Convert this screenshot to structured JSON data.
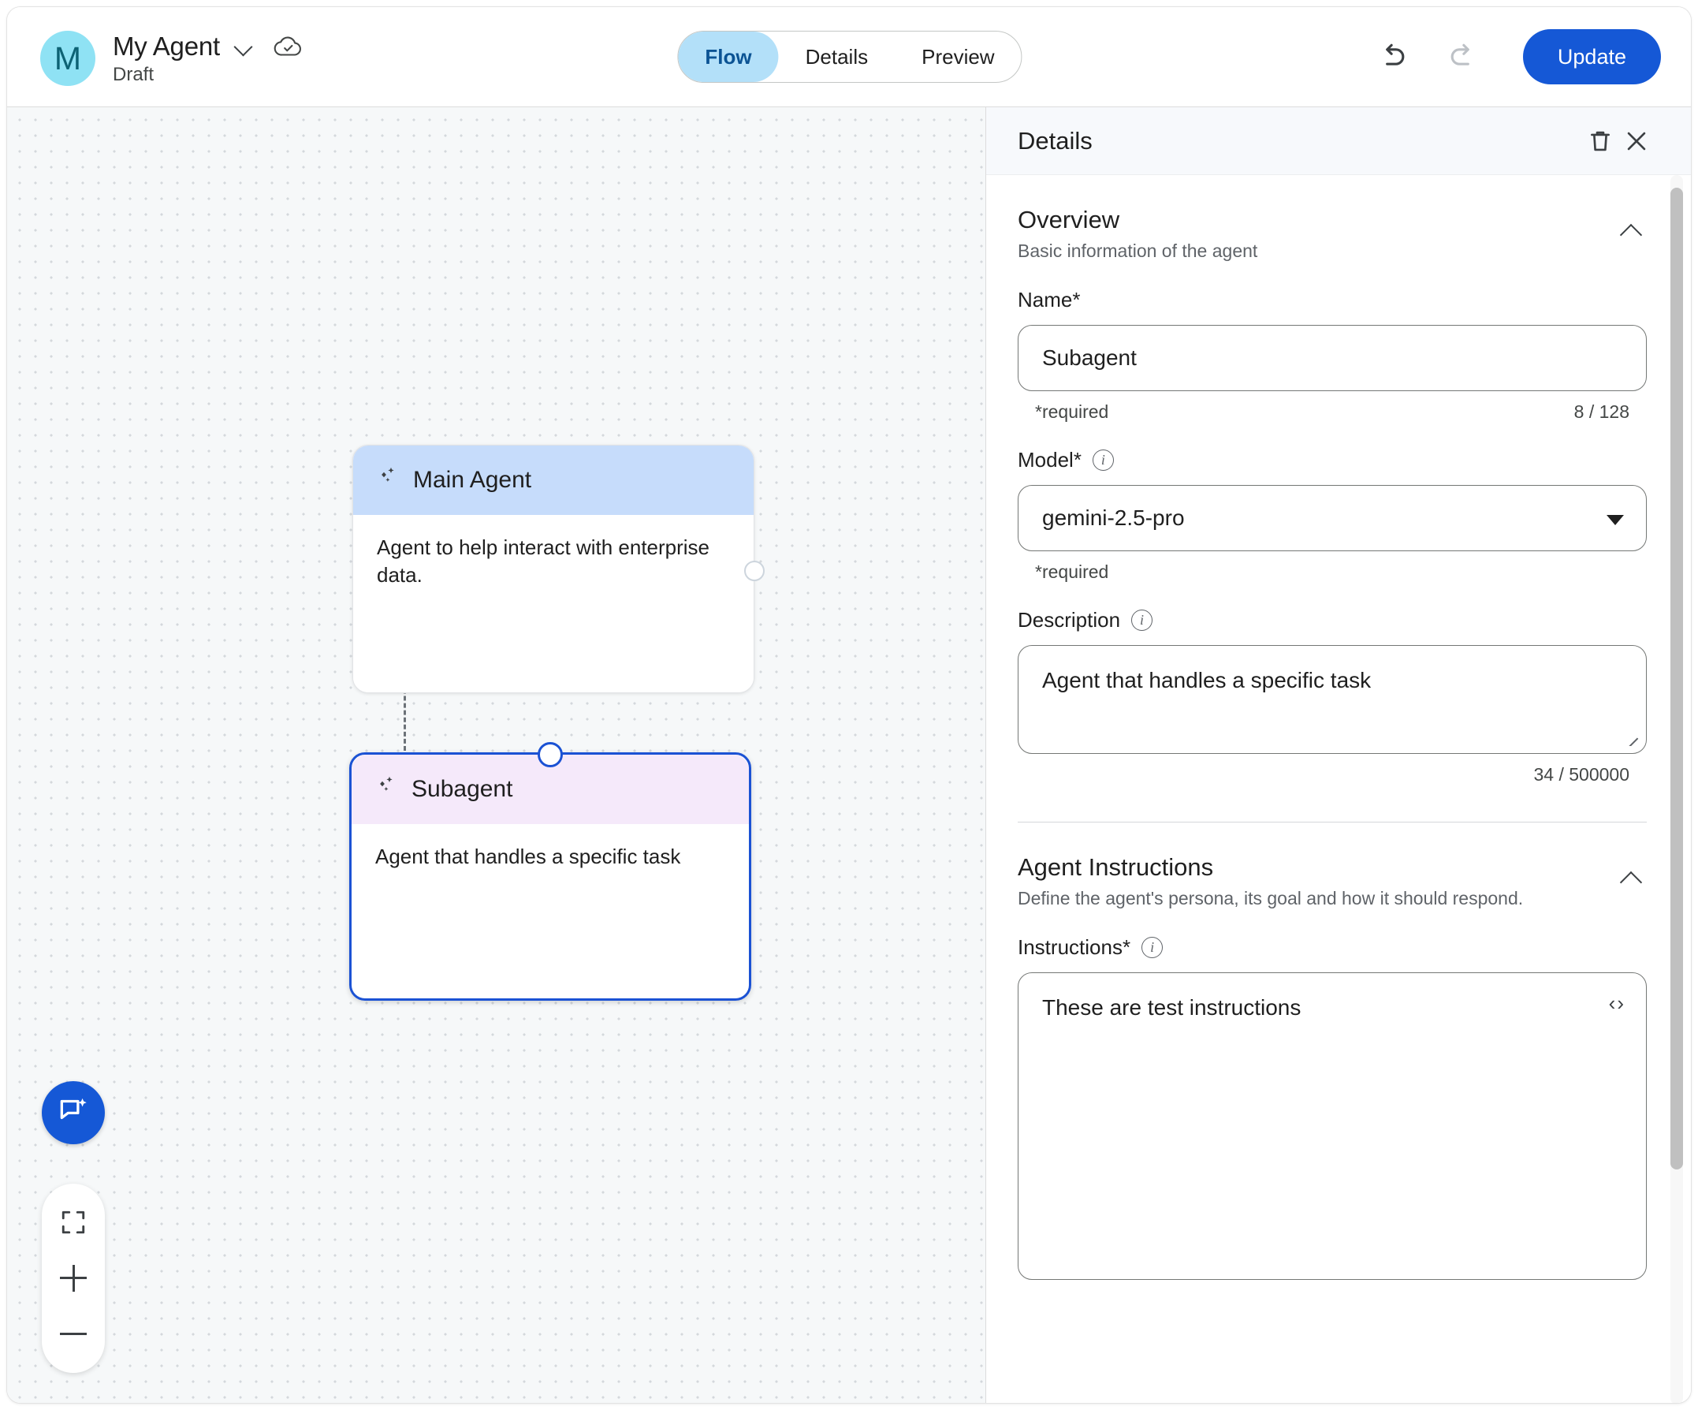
{
  "header": {
    "avatar_letter": "M",
    "agent_name": "My Agent",
    "status": "Draft",
    "dropdown_icon": "chevron-down-icon",
    "cloud_icon": "cloud-saved-icon",
    "tabs": [
      {
        "label": "Flow",
        "active": true
      },
      {
        "label": "Details",
        "active": false
      },
      {
        "label": "Preview",
        "active": false
      }
    ],
    "undo_icon": "undo-icon",
    "redo_icon": "redo-icon",
    "update_label": "Update",
    "accent_color": "#1558d6"
  },
  "canvas": {
    "nodes": [
      {
        "title": "Main Agent",
        "description": "Agent to help interact with enterprise data.",
        "header_color": "#c6dcfb",
        "selected": false
      },
      {
        "title": "Subagent",
        "description": "Agent that handles a specific task",
        "header_color": "#f5e9fa",
        "selected": true
      }
    ],
    "controls": {
      "assistant_icon": "chat-sparkle-icon",
      "fit_icon": "fit-to-screen-icon",
      "zoom_in_icon": "plus-icon",
      "zoom_out_icon": "minus-icon"
    }
  },
  "panel": {
    "title": "Details",
    "delete_icon": "trash-icon",
    "close_icon": "close-icon",
    "overview": {
      "title": "Overview",
      "subtitle": "Basic information of the agent",
      "collapse_icon": "chevron-up-icon",
      "name": {
        "label": "Name*",
        "value": "Subagent",
        "placeholder": "Name",
        "helper_left": "*required",
        "helper_right": "8 / 128"
      },
      "model": {
        "label": "Model*",
        "value": "gemini-2.5-pro",
        "helper_left": "*required",
        "info_icon": "info-icon",
        "dropdown_icon": "dropdown-arrow-icon"
      },
      "description": {
        "label": "Description",
        "value": "Agent that handles a specific task",
        "placeholder": "Description",
        "helper_right": "34 / 500000",
        "info_icon": "info-icon"
      }
    },
    "agent_instructions": {
      "title": "Agent Instructions",
      "subtitle": "Define the agent's persona, its goal and how it should respond.",
      "collapse_icon": "chevron-up-icon",
      "instructions": {
        "label": "Instructions*",
        "value": "These are test instructions",
        "placeholder": "Instructions",
        "info_icon": "info-icon",
        "code_toggle": "‹›"
      }
    }
  }
}
